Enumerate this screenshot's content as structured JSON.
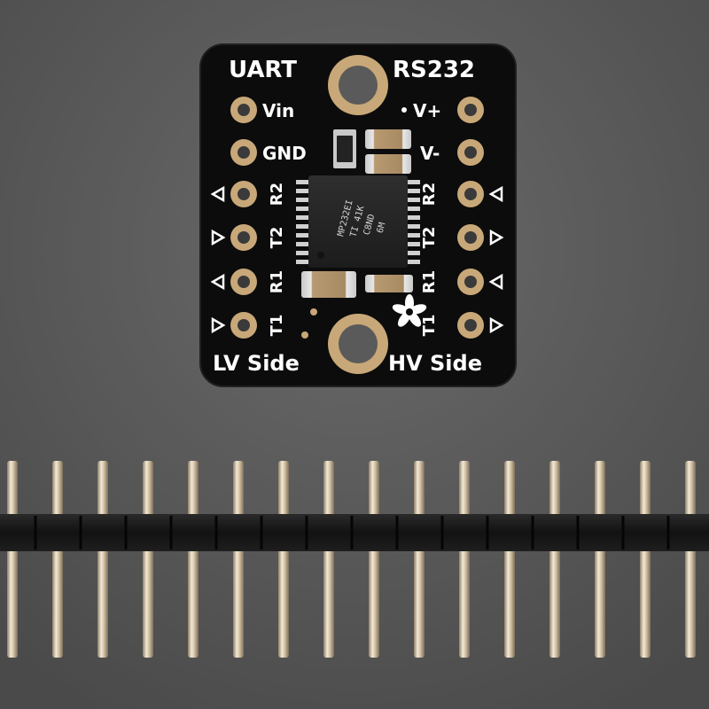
{
  "board": {
    "title_left": "UART",
    "title_right": "RS232",
    "footer_left": "LV Side",
    "footer_right": "HV Side"
  },
  "left_pins": [
    {
      "label": "Vin",
      "arrow": "none"
    },
    {
      "label": "GND",
      "arrow": "none"
    },
    {
      "label": "R2",
      "arrow": "left"
    },
    {
      "label": "T2",
      "arrow": "right"
    },
    {
      "label": "R1",
      "arrow": "left"
    },
    {
      "label": "T1",
      "arrow": "right"
    }
  ],
  "right_pins": [
    {
      "label": "V+",
      "arrow": "none"
    },
    {
      "label": "V-",
      "arrow": "none"
    },
    {
      "label": "R2",
      "arrow": "left"
    },
    {
      "label": "T2",
      "arrow": "right"
    },
    {
      "label": "R1",
      "arrow": "left"
    },
    {
      "label": "T1",
      "arrow": "right"
    }
  ],
  "chip": {
    "line1": "MP232EI",
    "line2": "TI 41K",
    "line3": "C8ND",
    "line4": "6M"
  },
  "header_strip": {
    "pin_count": 16
  },
  "colors": {
    "background": "#5c5c5c",
    "pcb": "#0c0c0c",
    "silkscreen": "#ffffff",
    "pad_gold": "#c8a878",
    "header_plastic": "#151515",
    "pin_metal": "#d9cbb2"
  },
  "icons": {
    "logo": "adafruit-flower-icon"
  }
}
